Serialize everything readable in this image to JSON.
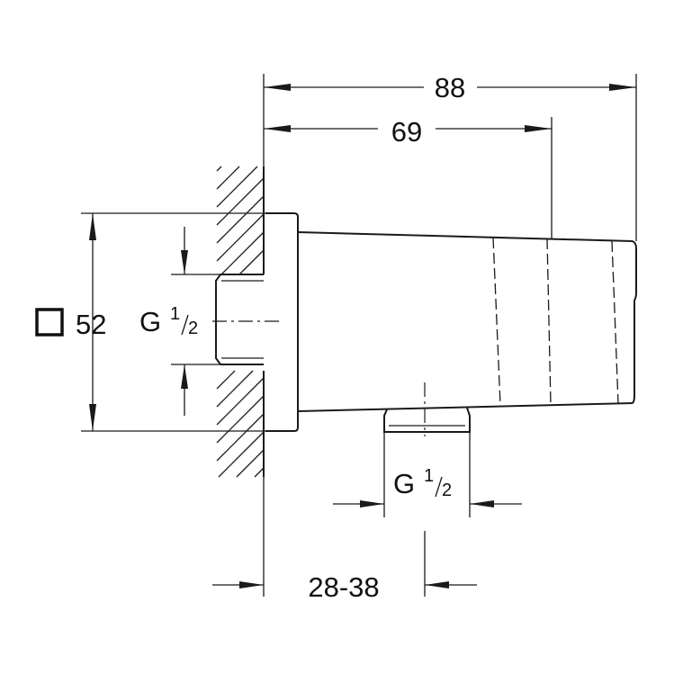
{
  "dimensions": {
    "overall_length": "88",
    "outlet_length": "69",
    "square_size": "52",
    "wall_thread": "G",
    "outlet_thread": "G",
    "thread_fraction_num": "1",
    "thread_fraction_den": "2",
    "wall_distance": "28-38"
  },
  "symbols": {
    "square": "square-symbol"
  }
}
